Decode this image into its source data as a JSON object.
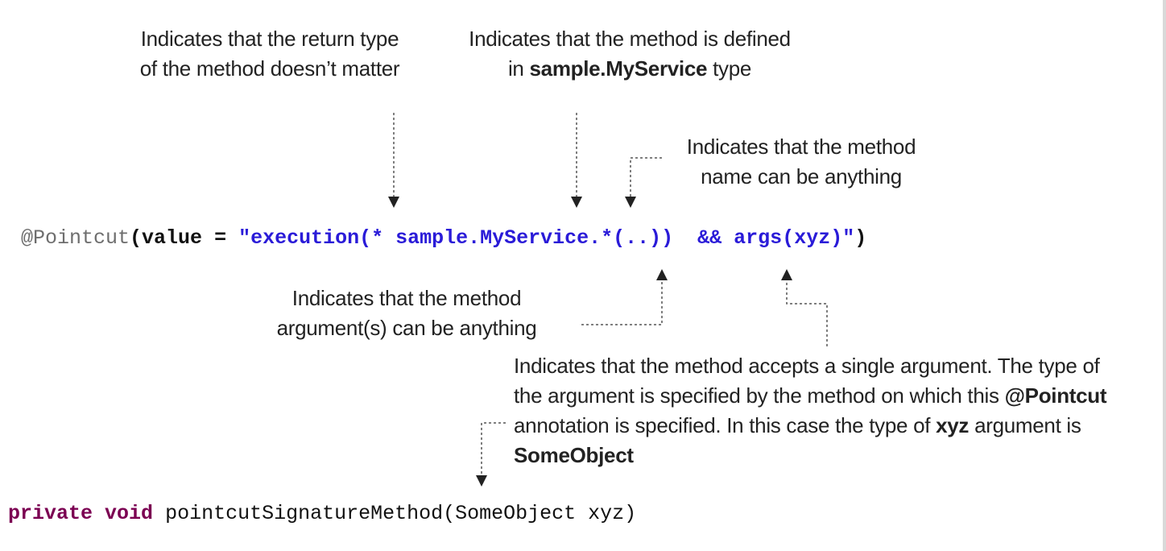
{
  "annotations": {
    "return_type": {
      "line1": "Indicates that the return type",
      "line2": "of the method doesn’t matter"
    },
    "declaring_type": {
      "line1": "Indicates that the method is defined",
      "line2_prefix": "in ",
      "line2_emph": "sample.MyService",
      "line2_suffix": " type"
    },
    "method_name": {
      "line1": "Indicates that the method",
      "line2": "name can be anything"
    },
    "arguments": {
      "line1": "Indicates that the method",
      "line2": "argument(s) can be anything"
    },
    "single_argument": {
      "line1": "Indicates that the method accepts a single argument. The type of",
      "line2_prefix": "the argument is specified by the method on which this ",
      "line2_emph": "@Pointcut",
      "line3_prefix": "annotation is specified. In this case the type of ",
      "line3_emph": "xyz",
      "line3_suffix": " argument is",
      "line4_emph": "SomeObject"
    }
  },
  "code": {
    "pointcut": {
      "annotation": "@Pointcut",
      "open_paren": "(",
      "attr": "value",
      "equals": " = ",
      "expression": "\"execution(* sample.MyService.*(..))  && args(xyz)\"",
      "close_paren": ")"
    },
    "method": {
      "modifier": "private",
      "return_type": "void",
      "signature": "pointcutSignatureMethod(SomeObject xyz)"
    }
  },
  "colors": {
    "annotation_gray": "#6e6e6e",
    "string_blue": "#2a1bd8",
    "keyword_purple": "#7b0052",
    "plain_text": "#111111",
    "connector": "#555555"
  }
}
